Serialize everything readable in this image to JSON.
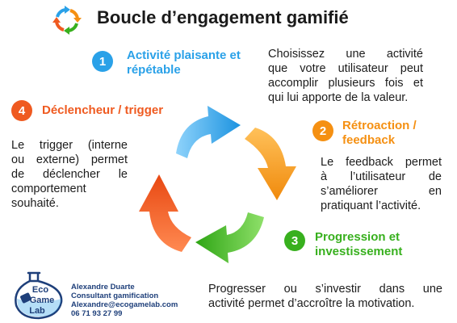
{
  "title": "Boucle d’engagement gamifié",
  "colors": {
    "blue": "#2aa1e8",
    "orange": "#f59012",
    "green": "#38b01e",
    "red": "#ef5a20",
    "logo": "#1e3f7a"
  },
  "steps": [
    {
      "number": "1",
      "title_lines": [
        "Activité plaisante et",
        "répétable"
      ],
      "desc_lines": [
        "Choisissez une activité",
        "que votre utilisateur peut",
        "accomplir plusieurs fois et",
        "qui lui apporte de la valeur."
      ]
    },
    {
      "number": "2",
      "title_lines": [
        "Rétroaction /",
        "feedback"
      ],
      "desc_lines": [
        "Le feedback permet",
        "à l’utilisateur de",
        "s’améliorer en",
        "pratiquant l’activité."
      ]
    },
    {
      "number": "3",
      "title_lines": [
        "Progression et",
        "investissement"
      ],
      "desc_lines": [
        "Progresser ou s’investir dans une",
        "activité permet d’accroître la motivation."
      ]
    },
    {
      "number": "4",
      "title_lines": [
        "Déclencheur / trigger"
      ],
      "desc_lines": [
        "Le trigger (interne",
        "ou externe) permet",
        "de déclencher le",
        "comportement",
        "souhaité."
      ]
    }
  ],
  "logo": {
    "lines": [
      "Eco",
      "Game",
      "Lab"
    ]
  },
  "author": {
    "name": "Alexandre Duarte",
    "role": "Consultant gamification",
    "email": "Alexandre@ecogamelab.com",
    "phone": "06 71 93 27 99"
  }
}
